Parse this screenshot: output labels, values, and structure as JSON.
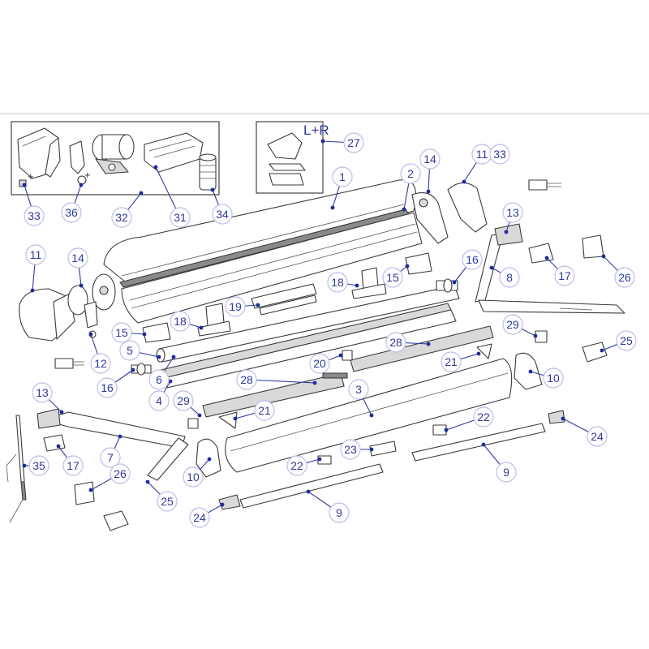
{
  "diagram": {
    "callouts": [
      {
        "id": "c1",
        "label": "1"
      },
      {
        "id": "c2",
        "label": "2"
      },
      {
        "id": "c3",
        "label": "3"
      },
      {
        "id": "c4",
        "label": "4"
      },
      {
        "id": "c5",
        "label": "5"
      },
      {
        "id": "c6",
        "label": "6"
      },
      {
        "id": "c7",
        "label": "7"
      },
      {
        "id": "c8",
        "label": "8"
      },
      {
        "id": "c9a",
        "label": "9"
      },
      {
        "id": "c9b",
        "label": "9"
      },
      {
        "id": "c10a",
        "label": "10"
      },
      {
        "id": "c10b",
        "label": "10"
      },
      {
        "id": "c11a",
        "label": "11"
      },
      {
        "id": "c11b",
        "label": "11"
      },
      {
        "id": "c12",
        "label": "12"
      },
      {
        "id": "c13a",
        "label": "13"
      },
      {
        "id": "c13b",
        "label": "13"
      },
      {
        "id": "c14a",
        "label": "14"
      },
      {
        "id": "c14b",
        "label": "14"
      },
      {
        "id": "c15a",
        "label": "15"
      },
      {
        "id": "c15b",
        "label": "15"
      },
      {
        "id": "c16a",
        "label": "16"
      },
      {
        "id": "c16b",
        "label": "16"
      },
      {
        "id": "c17a",
        "label": "17"
      },
      {
        "id": "c17b",
        "label": "17"
      },
      {
        "id": "c18a",
        "label": "18"
      },
      {
        "id": "c18b",
        "label": "18"
      },
      {
        "id": "c19",
        "label": "19"
      },
      {
        "id": "c20",
        "label": "20"
      },
      {
        "id": "c21a",
        "label": "21"
      },
      {
        "id": "c21b",
        "label": "21"
      },
      {
        "id": "c22a",
        "label": "22"
      },
      {
        "id": "c22b",
        "label": "22"
      },
      {
        "id": "c23",
        "label": "23"
      },
      {
        "id": "c24a",
        "label": "24"
      },
      {
        "id": "c24b",
        "label": "24"
      },
      {
        "id": "c25a",
        "label": "25"
      },
      {
        "id": "c25b",
        "label": "25"
      },
      {
        "id": "c26a",
        "label": "26"
      },
      {
        "id": "c26b",
        "label": "26"
      },
      {
        "id": "c27",
        "label": "27"
      },
      {
        "id": "c28a",
        "label": "28"
      },
      {
        "id": "c28b",
        "label": "28"
      },
      {
        "id": "c29a",
        "label": "29"
      },
      {
        "id": "c29b",
        "label": "29"
      },
      {
        "id": "c31",
        "label": "31"
      },
      {
        "id": "c32",
        "label": "32"
      },
      {
        "id": "c33a",
        "label": "33"
      },
      {
        "id": "c33b",
        "label": "33"
      },
      {
        "id": "c34",
        "label": "34"
      },
      {
        "id": "c35",
        "label": "35"
      },
      {
        "id": "c36",
        "label": "36"
      }
    ],
    "lr_label": "L+R",
    "plus_sign": "+",
    "colors": {
      "callout": "#2e3a9e",
      "outline": "#3a3a3a",
      "housing": "#d9d9d9"
    }
  }
}
